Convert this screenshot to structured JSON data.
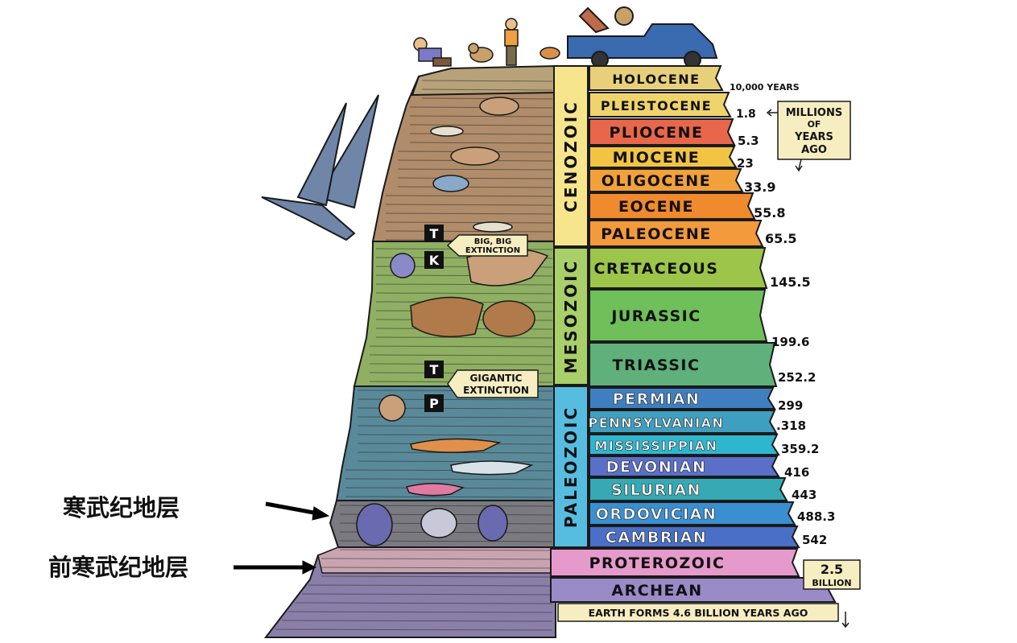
{
  "eras": [
    {
      "label": "CENOZOIC",
      "color": "#f6e58c"
    },
    {
      "label": "MESOZOIC",
      "color": "#a8cf6a"
    },
    {
      "label": "PALEOZOIC",
      "color": "#56bde0"
    }
  ],
  "periods": [
    {
      "label": "HOLOCENE",
      "time": "10,000 YEARS",
      "color": "#e8d07a"
    },
    {
      "label": "PLEISTOCENE",
      "time": "1.8",
      "color": "#efd46c"
    },
    {
      "label": "PLIOCENE",
      "time": "5.3",
      "color": "#e8674a"
    },
    {
      "label": "MIOCENE",
      "time": "23",
      "color": "#f2c443"
    },
    {
      "label": "OLIGOCENE",
      "time": "33.9",
      "color": "#f2a13a"
    },
    {
      "label": "EOCENE",
      "time": "55.8",
      "color": "#f08a2c"
    },
    {
      "label": "PALEOCENE",
      "time": "65.5",
      "color": "#f29a3c"
    },
    {
      "label": "CRETACEOUS",
      "time": "145.5",
      "color": "#9cc54a"
    },
    {
      "label": "JURASSIC",
      "time": "199.6",
      "color": "#6fbf5a"
    },
    {
      "label": "TRIASSIC",
      "time": "252.2",
      "color": "#5fb07a"
    },
    {
      "label": "PERMIAN",
      "time": "299",
      "color": "#3f7fbf"
    },
    {
      "label": "PENNSYLVANIAN",
      "time": ".318",
      "color": "#3f9fc0"
    },
    {
      "label": "MISSISSIPPIAN",
      "time": "359.2",
      "color": "#2fb6cf"
    },
    {
      "label": "DEVONIAN",
      "time": "416",
      "color": "#5a6fc8"
    },
    {
      "label": "SILURIAN",
      "time": "443",
      "color": "#35a9b4"
    },
    {
      "label": "ORDOVICIAN",
      "time": "488.3",
      "color": "#3a8fd0"
    },
    {
      "label": "CAMBRIAN",
      "time": "542",
      "color": "#4a6fc6"
    },
    {
      "label": "PROTEROZOIC",
      "time": "",
      "color": "#e69acb"
    },
    {
      "label": "ARCHEAN",
      "time": "",
      "color": "#9a8ac8"
    }
  ],
  "notes": {
    "millions": [
      "MILLIONS",
      "OF",
      "YEARS",
      "AGO"
    ],
    "billion_value": "2.5",
    "billion_unit": "BILLION",
    "earth": "EARTH FORMS 4.6 BILLION YEARS AGO",
    "big_extinction": [
      "BIG, BIG",
      "EXTINCTION"
    ],
    "gigantic_extinction": [
      "GIGANTIC",
      "EXTINCTION"
    ]
  },
  "boundary_letters": [
    "T",
    "K",
    "T",
    "P"
  ],
  "annotations": {
    "cambrian_layer": "寒武纪地层",
    "precambrian_layer": "前寒武纪地层"
  },
  "colors": {
    "outline": "#1a1a1a",
    "rock_top": "#b7a27a",
    "rock_cenozoic": "#b08c6a",
    "rock_mesozoic": "#8fb063",
    "rock_paleozoic": "#5a8a9a",
    "rock_cambrian": "#7a7a80",
    "rock_precambrian": "#8a7fa8"
  }
}
